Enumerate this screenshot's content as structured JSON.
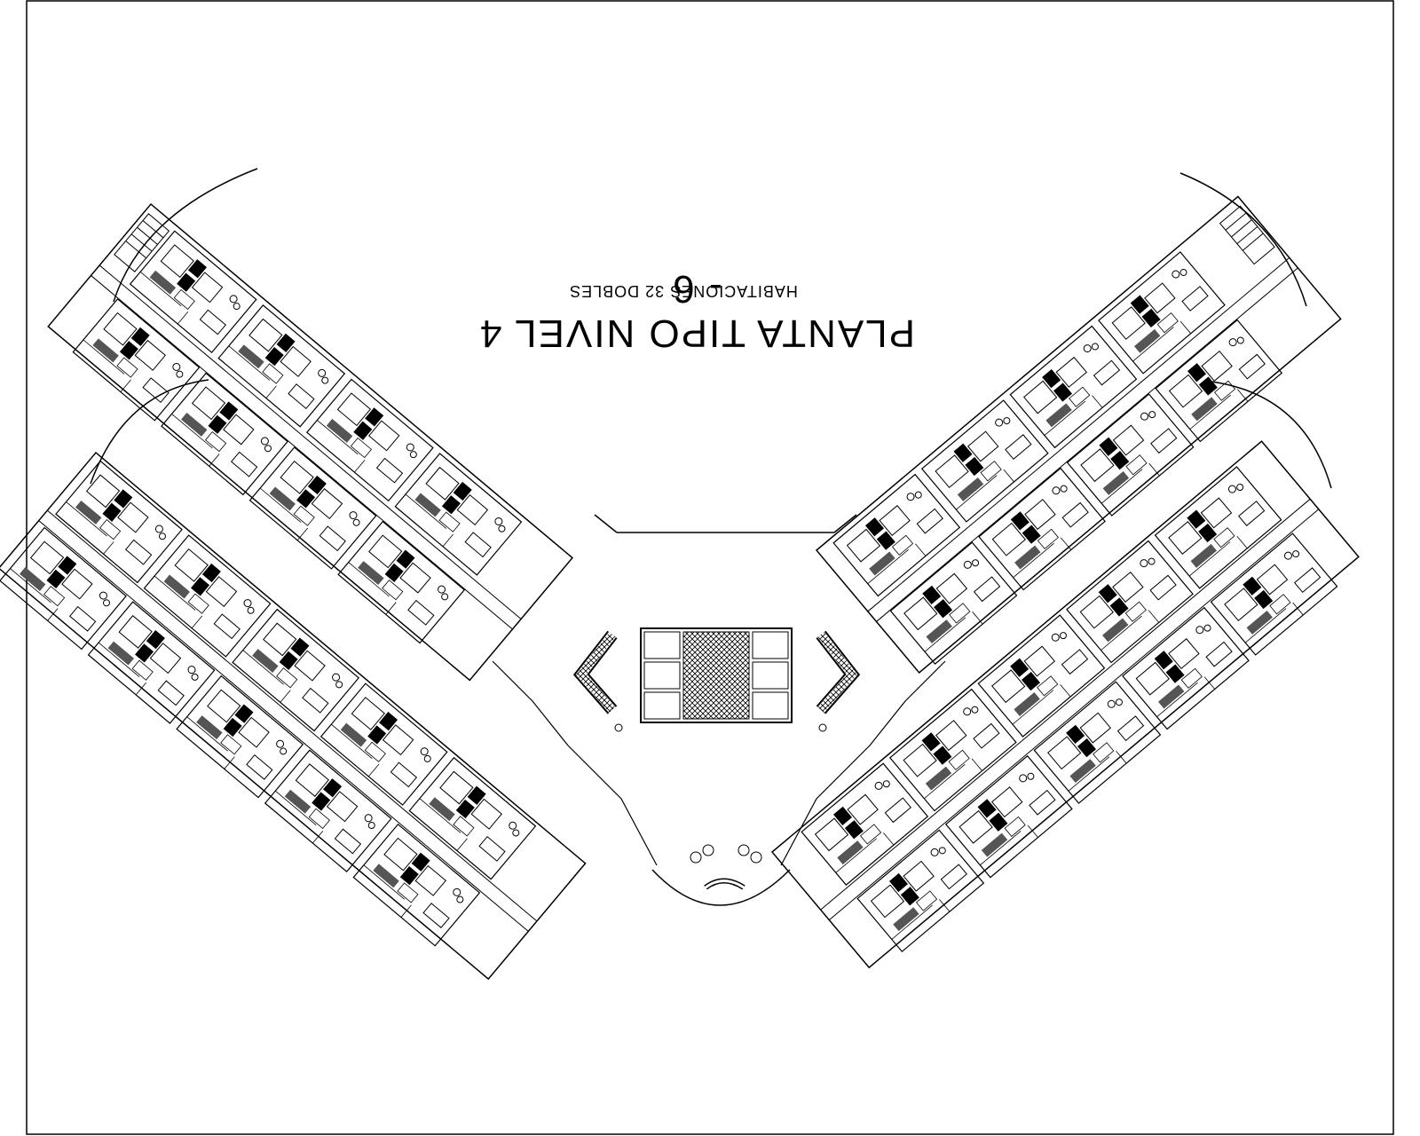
{
  "drawing": {
    "title": "PLANTA TIPO NIVEL 4 - 6",
    "subtitle": "HABITACIONES 32 DOBLES",
    "title_orientation": "upside-down",
    "line_color": "#000000",
    "background": "#ffffff"
  }
}
